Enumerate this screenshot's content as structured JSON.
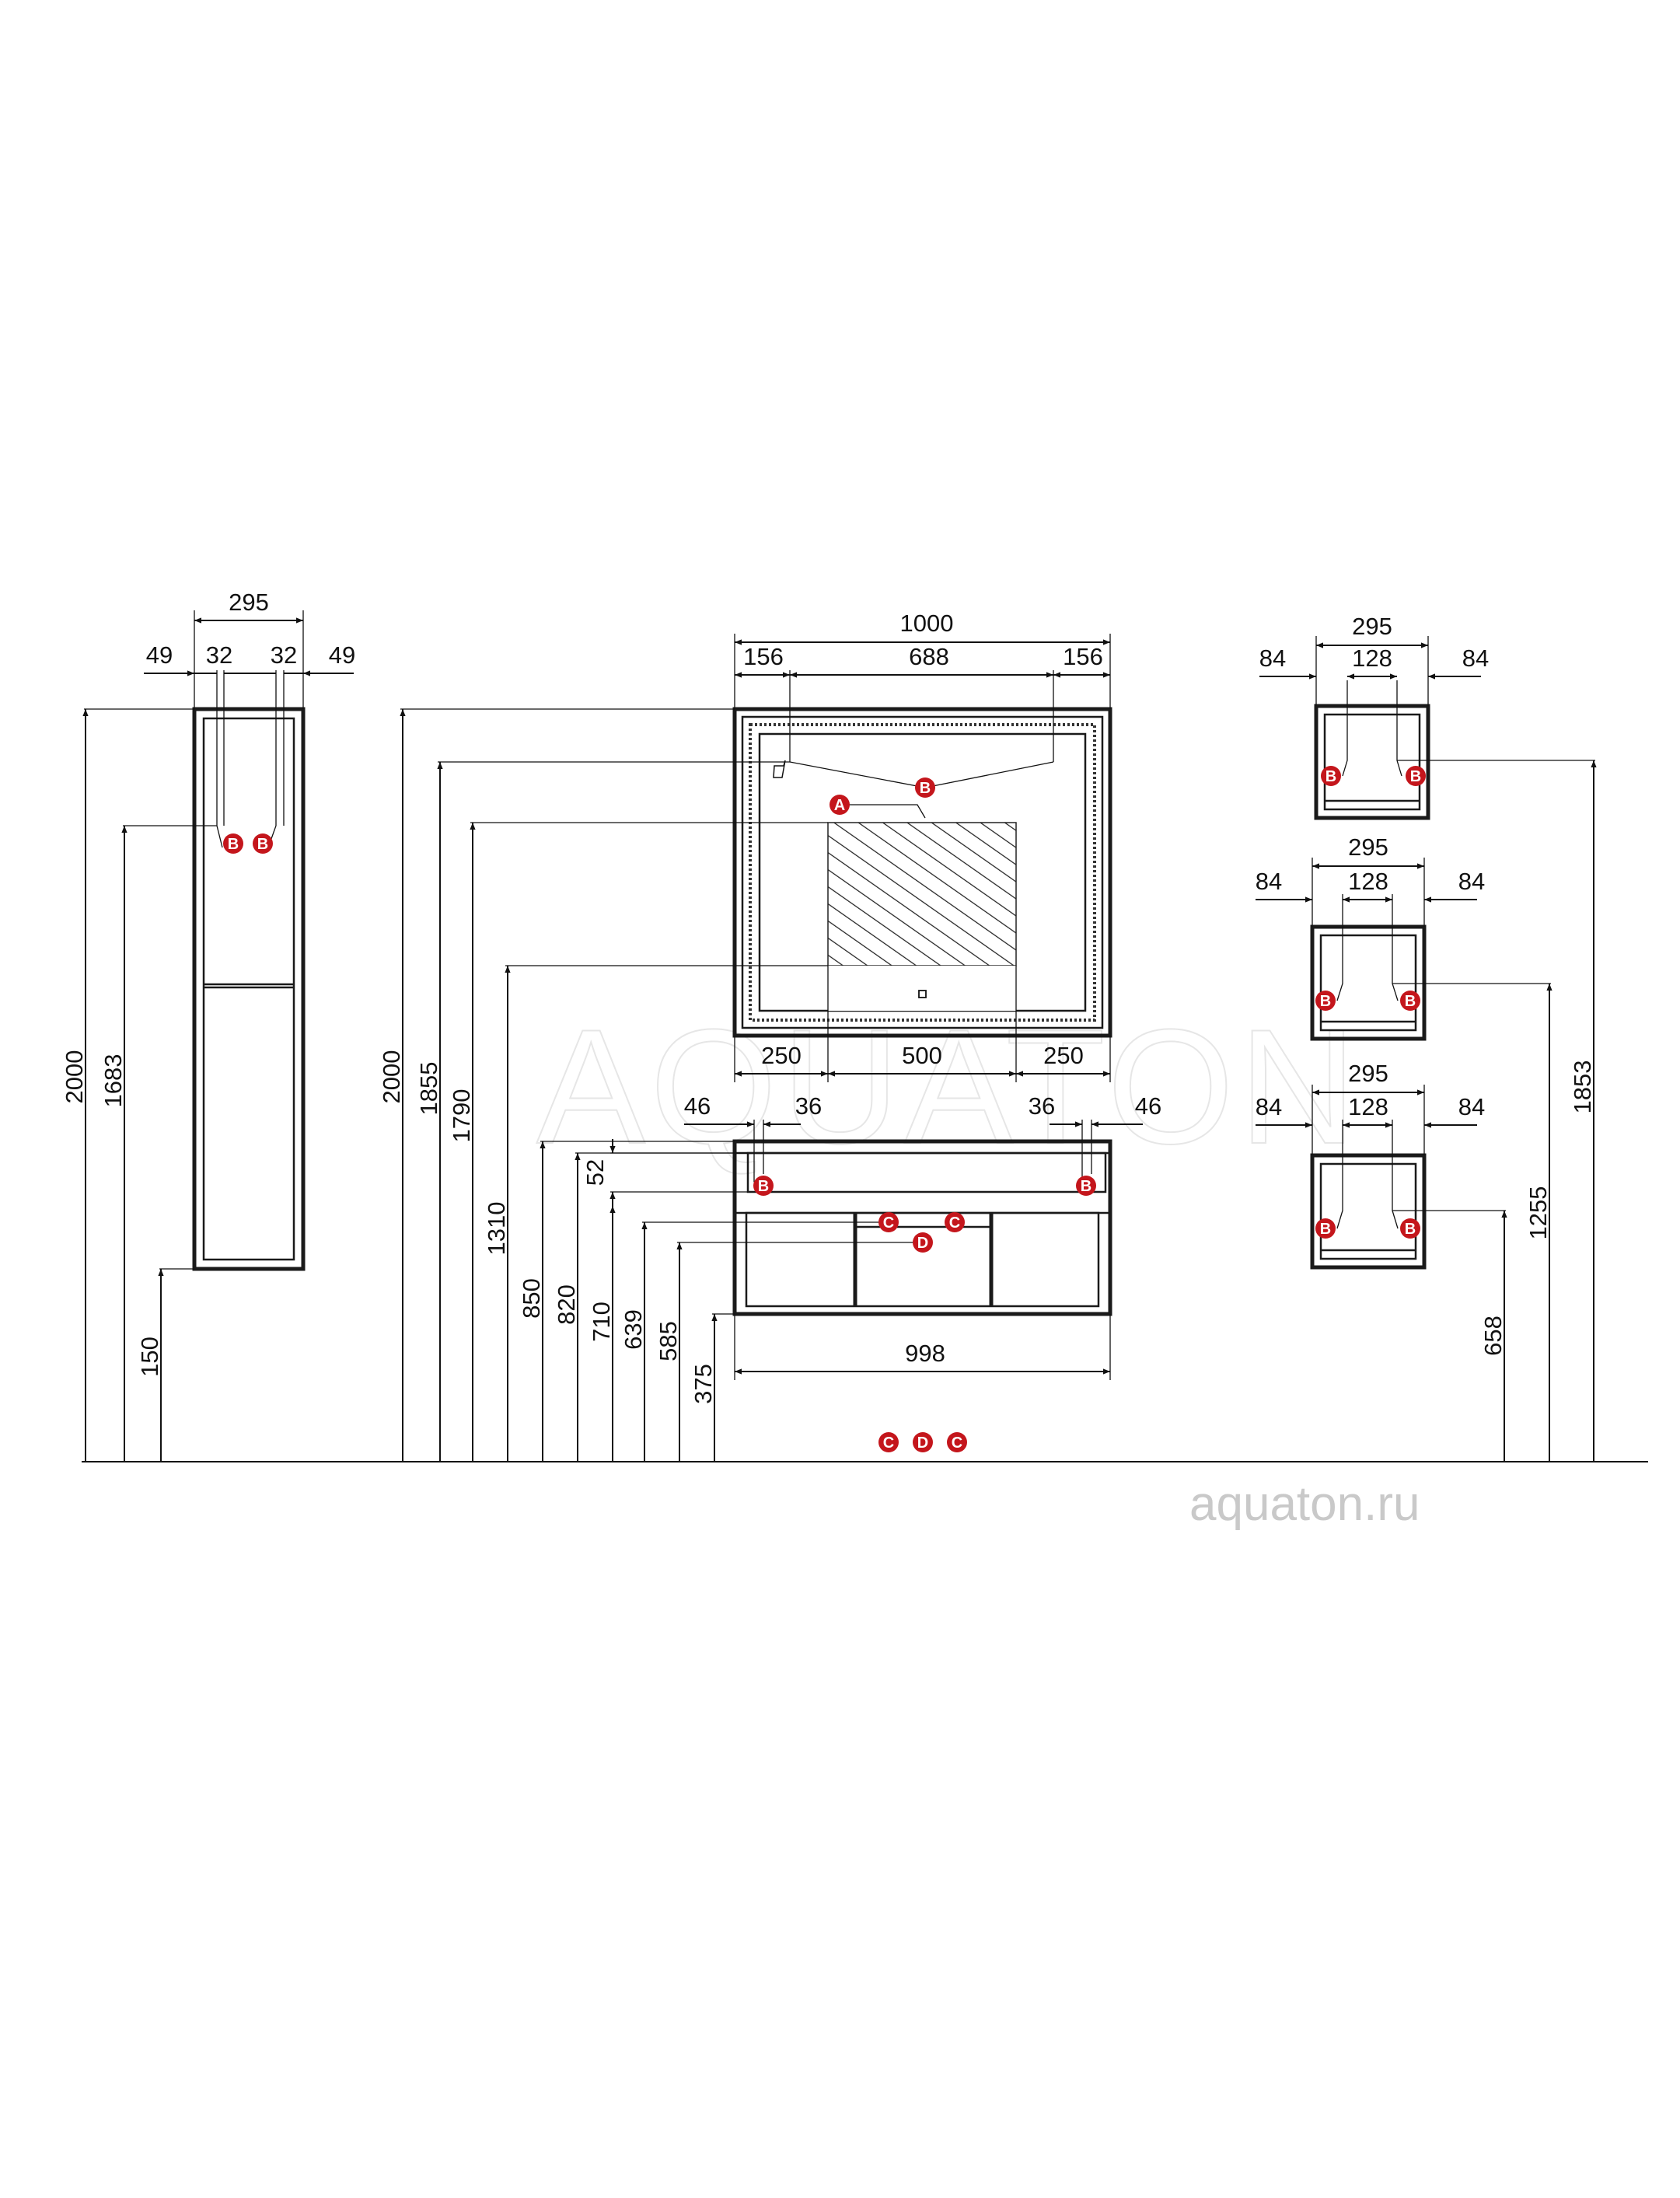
{
  "site_url": "aquaton.ru",
  "watermark": "AQUATON",
  "tall_cabinet": {
    "width": "295",
    "left_offset": "49",
    "hinge_left": "32",
    "hinge_right": "32",
    "right_offset": "49",
    "height_total": "2000",
    "height_mount": "1683",
    "height_floor": "150"
  },
  "mirror": {
    "width": "1000",
    "side_left": "156",
    "center": "688",
    "side_right": "156",
    "bottom_left": "250",
    "bottom_center": "500",
    "bottom_right": "250",
    "h_total": "2000",
    "h_1855": "1855",
    "h_1790": "1790",
    "h_1310": "1310"
  },
  "vanity": {
    "left_46": "46",
    "left_36": "36",
    "right_36": "36",
    "right_46": "46",
    "depth_52": "52",
    "h_850": "850",
    "h_820": "820",
    "h_710": "710",
    "h_639": "639",
    "h_585": "585",
    "h_375": "375",
    "width": "998"
  },
  "wall_cabinets": [
    {
      "width": "295",
      "left": "84",
      "center": "128",
      "right": "84"
    },
    {
      "width": "295",
      "left": "84",
      "center": "128",
      "right": "84"
    },
    {
      "width": "295",
      "left": "84",
      "center": "128",
      "right": "84"
    }
  ],
  "wall_heights": {
    "h_1853": "1853",
    "h_1255": "1255",
    "h_658": "658"
  },
  "markers": {
    "A": "A",
    "B": "B",
    "C": "C",
    "D": "D"
  },
  "colors": {
    "marker": "#c4161c",
    "line": "#111111",
    "watermark": "#c9c9c9"
  }
}
